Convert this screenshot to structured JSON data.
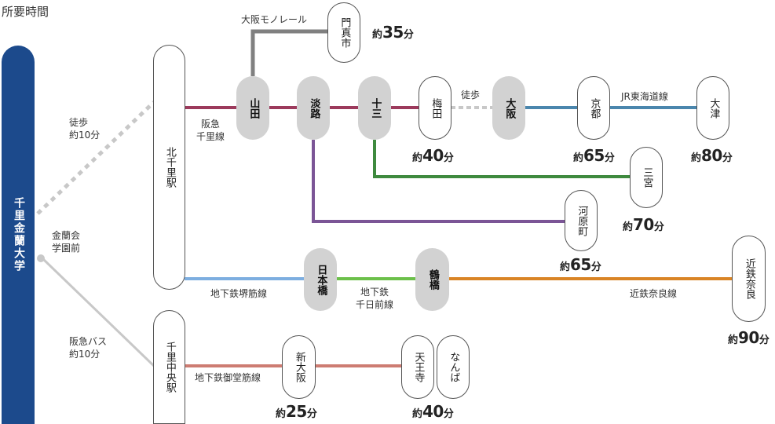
{
  "title": "所要時間",
  "origin": "千里金蘭大学",
  "access": {
    "walk": "徒歩\n約10分",
    "bus_stop": "金蘭会\n学園前",
    "bus": "阪急バス\n約10分"
  },
  "stations": {
    "kitasenri": "北千里駅",
    "senrichuo": "千里中央駅",
    "yamada": "山田",
    "awaji": "淡路",
    "juso": "十三",
    "umeda": "梅田",
    "osaka": "大阪",
    "kyoto": "京都",
    "otsu": "大津",
    "kadoma": "門真市",
    "sannomiya": "三宮",
    "kawaramachi": "河原町",
    "nipponbashi": "日本橋",
    "tsuruhashi": "鶴橋",
    "kintetsunara": "近鉄奈良",
    "shinosaka": "新大阪",
    "tennoji": "天王寺",
    "namba": "なんば"
  },
  "lines": {
    "hankyu_senri": "阪急\n千里線",
    "monorail": "大阪モノレール",
    "walk_umeda": "徒歩",
    "jr_tokaido": "JR東海道線",
    "sakaisuji": "地下鉄堺筋線",
    "sennichimae": "地下鉄\n千日前線",
    "kintetsu_nara": "近鉄奈良線",
    "midosuji": "地下鉄御堂筋線"
  },
  "times": {
    "kadoma": {
      "pre": "約",
      "num": "35",
      "suf": "分"
    },
    "umeda": {
      "pre": "約",
      "num": "40",
      "suf": "分"
    },
    "kyoto": {
      "pre": "約",
      "num": "65",
      "suf": "分"
    },
    "otsu": {
      "pre": "約",
      "num": "80",
      "suf": "分"
    },
    "sannomiya": {
      "pre": "約",
      "num": "70",
      "suf": "分"
    },
    "kawaramachi": {
      "pre": "約",
      "num": "65",
      "suf": "分"
    },
    "kintetsunara": {
      "pre": "約",
      "num": "90",
      "suf": "分"
    },
    "shinosaka": {
      "pre": "約",
      "num": "25",
      "suf": "分"
    },
    "tennoji_namba": {
      "pre": "約",
      "num": "40",
      "suf": "分"
    }
  },
  "colors": {
    "hankyu": "#9c3a5c",
    "monorail": "#808080",
    "kyoto_line": "#3e8a3e",
    "kawaramachi_line": "#7b5596",
    "jr": "#4a86ad",
    "sakaisuji": "#7daee0",
    "sennichimae": "#6cc04a",
    "kintetsu": "#d98425",
    "midosuji": "#cd7c72",
    "walk_dots": "#c8c8c8",
    "bus_line": "#c8c8c8",
    "university": "#1c4a8c"
  }
}
